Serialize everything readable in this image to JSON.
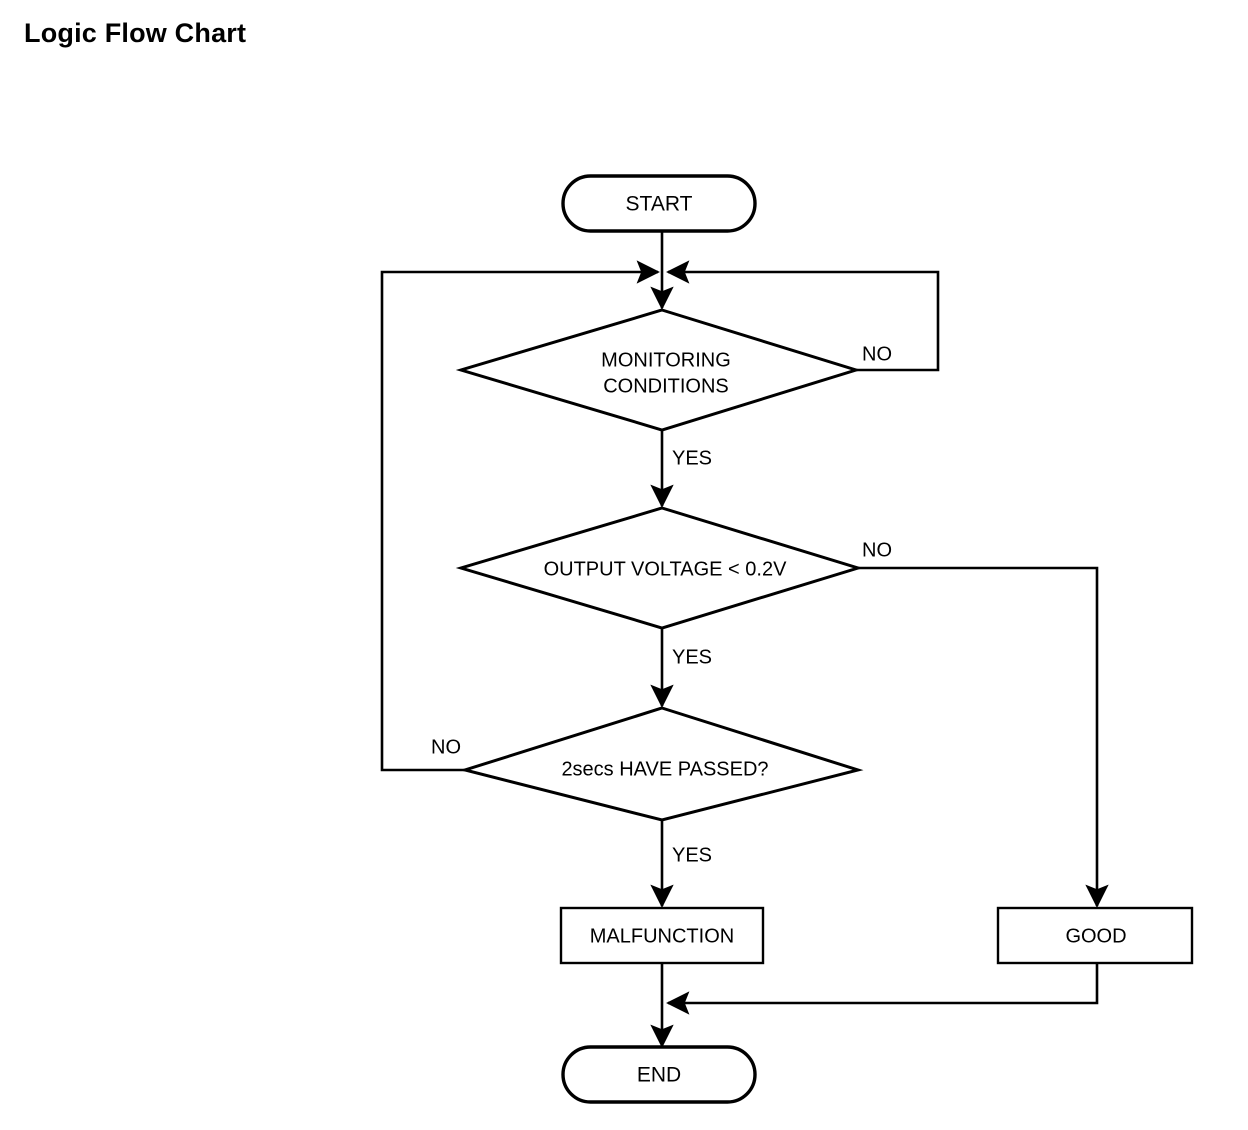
{
  "document": {
    "title": "Logic Flow Chart"
  },
  "colors": {
    "background": "#ffffff",
    "stroke": "#000000",
    "text": "#000000",
    "shape_fill": "#ffffff"
  },
  "chart_data": {
    "type": "diagram",
    "diagram_type": "flowchart",
    "title": "Logic Flow Chart",
    "orientation": "top-to-bottom",
    "nodes": [
      {
        "id": "start",
        "shape": "terminator",
        "label": "START"
      },
      {
        "id": "monitoring",
        "shape": "decision",
        "label": "MONITORING CONDITIONS",
        "line1": "MONITORING",
        "line2": "CONDITIONS"
      },
      {
        "id": "voltage",
        "shape": "decision",
        "label": "OUTPUT VOLTAGE < 0.2V"
      },
      {
        "id": "timer",
        "shape": "decision",
        "label": "2secs HAVE PASSED?"
      },
      {
        "id": "malfunction",
        "shape": "process",
        "label": "MALFUNCTION"
      },
      {
        "id": "good",
        "shape": "process",
        "label": "GOOD"
      },
      {
        "id": "end",
        "shape": "terminator",
        "label": "END"
      }
    ],
    "edges": [
      {
        "from": "start",
        "to": "monitoring",
        "label": ""
      },
      {
        "from": "monitoring",
        "to": "voltage",
        "label": "YES"
      },
      {
        "from": "monitoring",
        "to": "monitoring",
        "label": "NO"
      },
      {
        "from": "voltage",
        "to": "timer",
        "label": "YES"
      },
      {
        "from": "voltage",
        "to": "good",
        "label": "NO"
      },
      {
        "from": "timer",
        "to": "malfunction",
        "label": "YES"
      },
      {
        "from": "timer",
        "to": "monitoring",
        "label": "NO"
      },
      {
        "from": "malfunction",
        "to": "end",
        "label": ""
      },
      {
        "from": "good",
        "to": "end",
        "label": ""
      }
    ]
  },
  "nodes": {
    "start": {
      "label": "START"
    },
    "monitoring": {
      "label_line1": "MONITORING",
      "label_line2": "CONDITIONS",
      "yes_label": "YES",
      "no_label": "NO"
    },
    "voltage": {
      "label": "OUTPUT VOLTAGE < 0.2V",
      "yes_label": "YES",
      "no_label": "NO"
    },
    "timer": {
      "label": "2secs HAVE PASSED?",
      "yes_label": "YES",
      "no_label": "NO"
    },
    "malfunction": {
      "label": "MALFUNCTION"
    },
    "good": {
      "label": "GOOD"
    },
    "end": {
      "label": "END"
    }
  }
}
